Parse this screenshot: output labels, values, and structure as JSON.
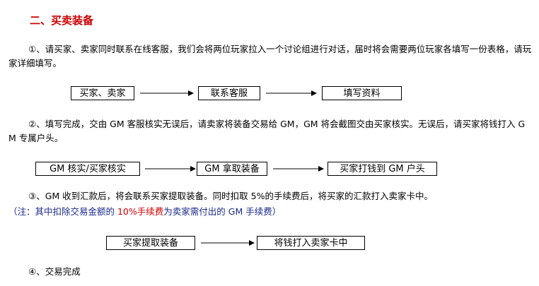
{
  "section": {
    "title": "二、买卖装备",
    "color": "#cc0000"
  },
  "step1": {
    "text": "①、请买家、卖家同时联系在线客服，我们会将两位玩家拉入一个讨论组进行对话，届时将会需要两位玩家各填写一份表格，请玩家详细填写。",
    "flow": [
      "买家、卖家",
      "联系客服",
      "填写资料"
    ]
  },
  "step2": {
    "text": "②、填写完成，交由 GM 客服核实无误后，请卖家将装备交易给 GM，GM 将会截图交由买家核实。无误后，请买家将钱打入 G M 专属户头。",
    "flow": [
      "GM 核实/买家核实",
      "GM 拿取装备",
      "买家打钱到 GM 户头"
    ]
  },
  "step3": {
    "text": "③、GM 收到汇款后，将会联系买家提取装备。同时扣取 5%的手续费后，将买家的汇款打入卖家卡中。",
    "note_prefix": "（注：其中扣除交易金额的 ",
    "note_highlight": "10%手续费",
    "note_suffix": "为卖家需付出的 GM 手续费）",
    "note_color": "#1a2a8c",
    "highlight_color": "#cc0000",
    "flow": [
      "买家提取装备",
      "将钱打入卖家卡中"
    ]
  },
  "step4": {
    "text": "④、交易完成"
  }
}
